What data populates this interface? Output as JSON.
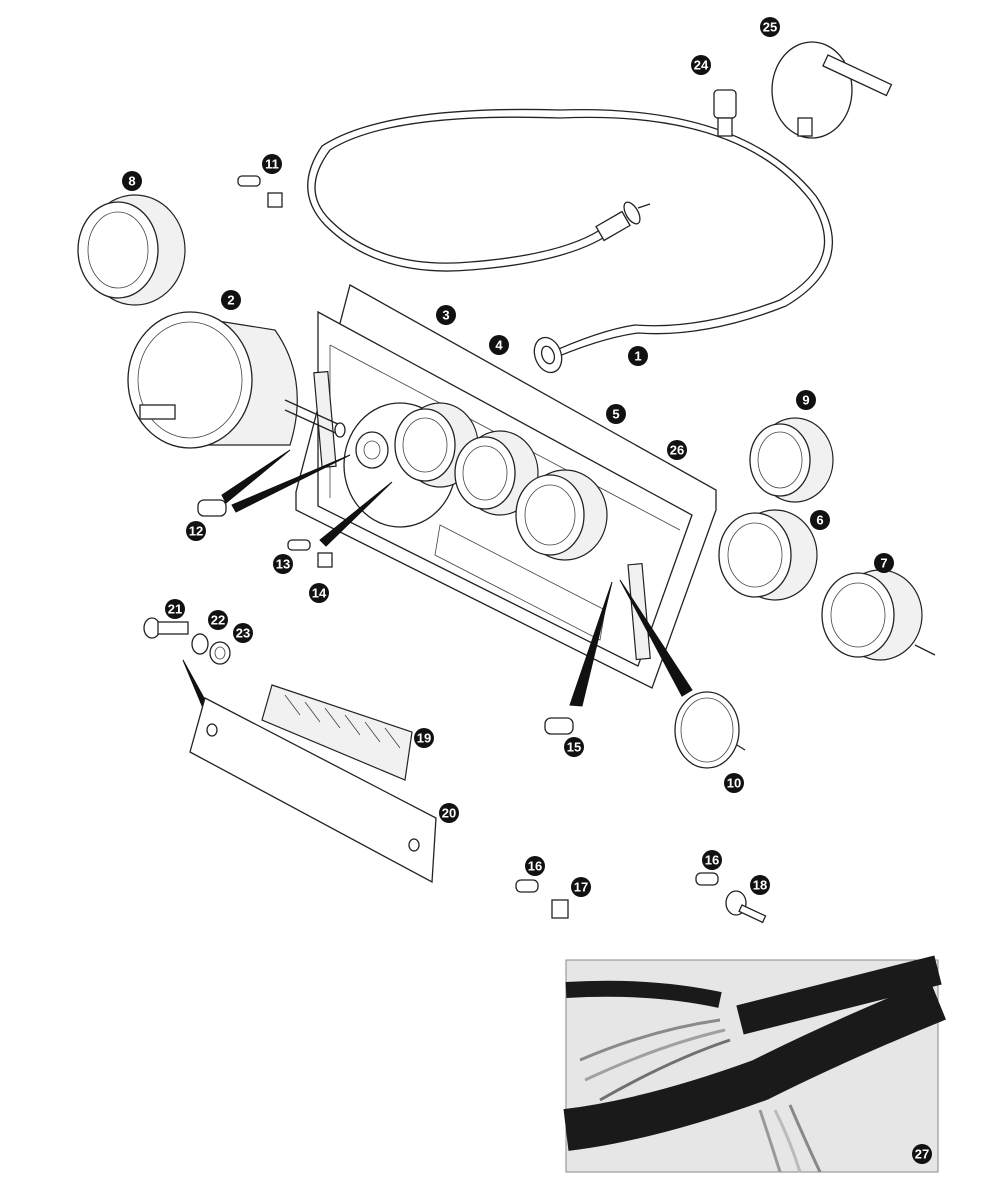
{
  "callouts": [
    {
      "id": "1",
      "label": "1"
    },
    {
      "id": "2",
      "label": "2"
    },
    {
      "id": "3",
      "label": "3"
    },
    {
      "id": "4",
      "label": "4"
    },
    {
      "id": "5",
      "label": "5"
    },
    {
      "id": "6",
      "label": "6"
    },
    {
      "id": "7",
      "label": "7"
    },
    {
      "id": "8",
      "label": "8"
    },
    {
      "id": "9",
      "label": "9"
    },
    {
      "id": "10",
      "label": "10"
    },
    {
      "id": "11",
      "label": "11"
    },
    {
      "id": "12",
      "label": "12"
    },
    {
      "id": "13",
      "label": "13"
    },
    {
      "id": "14",
      "label": "14"
    },
    {
      "id": "15",
      "label": "15"
    },
    {
      "id": "16a",
      "label": "16"
    },
    {
      "id": "16b",
      "label": "16"
    },
    {
      "id": "17",
      "label": "17"
    },
    {
      "id": "18",
      "label": "18"
    },
    {
      "id": "19",
      "label": "19"
    },
    {
      "id": "20",
      "label": "20"
    },
    {
      "id": "21",
      "label": "21"
    },
    {
      "id": "22",
      "label": "22"
    },
    {
      "id": "23",
      "label": "23"
    },
    {
      "id": "24",
      "label": "24"
    },
    {
      "id": "25",
      "label": "25"
    },
    {
      "id": "26",
      "label": "26"
    },
    {
      "id": "27",
      "label": "27"
    }
  ],
  "colors": {
    "background": "#ffffff",
    "line": "#222222",
    "callout_fill": "#111111",
    "callout_text": "#ffffff",
    "photo_bg": "#e6e6e6",
    "tape": "#1a1a1a"
  }
}
